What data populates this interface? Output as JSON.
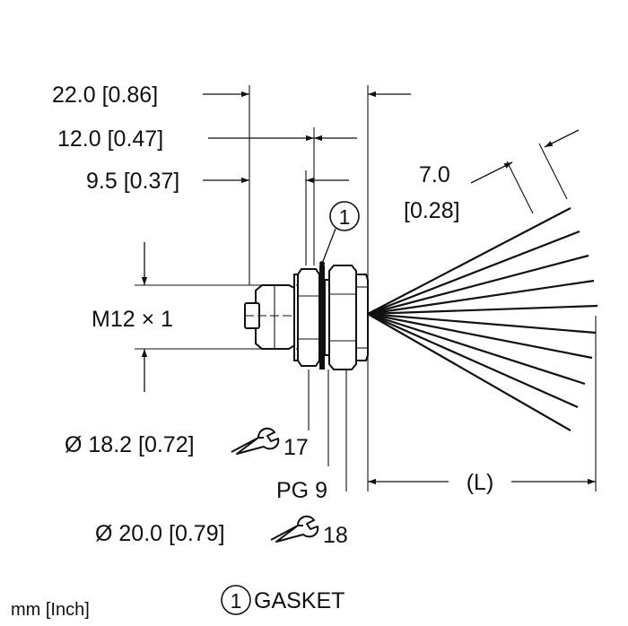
{
  "units_note": "mm [Inch]",
  "dimensions": {
    "overall_length": "22.0 [0.86]",
    "front_length": "12.0 [0.47]",
    "gasket_offset": "9.5 [0.37]",
    "wire_strip": "7.0",
    "wire_strip_inch": "[0.28]",
    "thread_size": "M12 × 1",
    "nut1_diameter": "Ø 18.2 [0.72]",
    "nut1_wrench": "17",
    "panel_thread": "PG 9",
    "nut2_diameter": "Ø 20.0 [0.79]",
    "nut2_wrench": "18",
    "lead_length": "(L)"
  },
  "callout": {
    "number": "1",
    "legend_number": "1",
    "legend_text": "GASKET"
  },
  "icons": {
    "wrench1": "wrench-icon",
    "wrench2": "wrench-icon"
  }
}
